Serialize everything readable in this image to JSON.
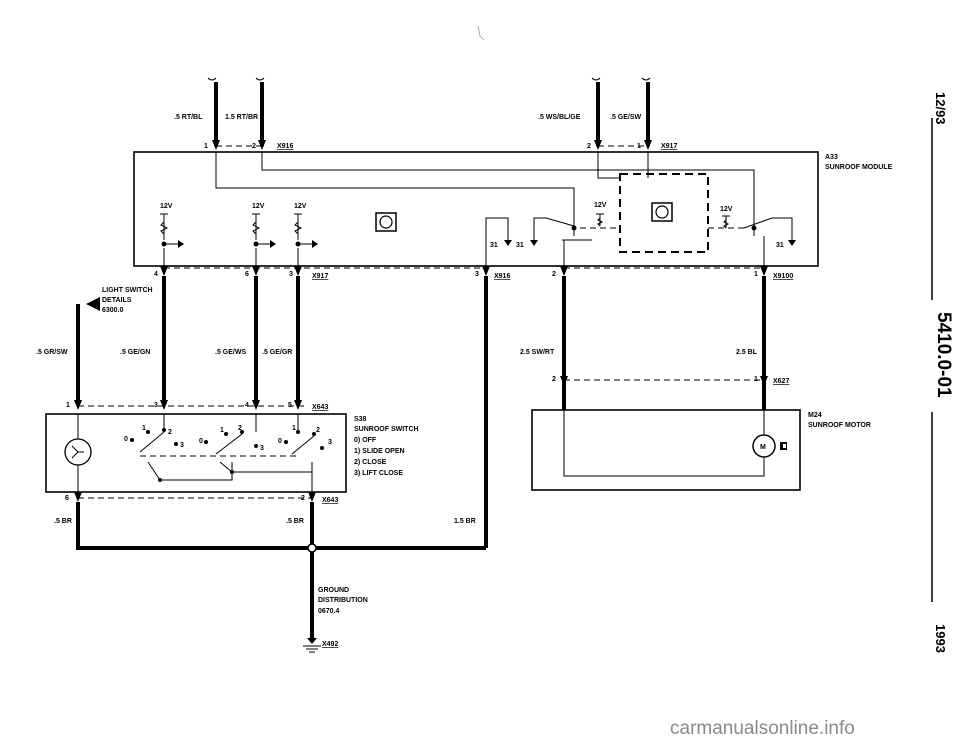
{
  "side": {
    "date": "12/93",
    "section": "5410.0-01",
    "year": "1993"
  },
  "watermark": "carmanualsonline.info",
  "wires": {
    "top_left_1": ".5 RT/BL",
    "top_left_2": "1.5 RT/BR",
    "top_right_1": ".5 WS/BL/GE",
    "top_right_2": ".5 GE/SW",
    "gr_sw": ".5 GR/SW",
    "ge_gn": ".5 GE/GN",
    "ge_ws": ".5 GE/WS",
    "ge_gr": ".5 GE/GR",
    "sw_rt": "2.5 SW/RT",
    "bl": "2.5 BL",
    "br_left": ".5 BR",
    "br_mid": ".5 BR",
    "br_right": "1.5 BR"
  },
  "connectors": {
    "x916_top": "X916",
    "x917_top": "X917",
    "x917_mid": "X917",
    "x916_mid": "X916",
    "x9100": "X9100",
    "x627": "X627",
    "x643_top": "X643",
    "x643_bot": "X643",
    "x492": "X492"
  },
  "pins": {
    "p_tl1": "1",
    "p_tl2": "2",
    "p_tr2": "2",
    "p_tr1": "1",
    "p_m4": "4",
    "p_m6": "6",
    "p_m3": "3",
    "p_m3b": "3",
    "p_m2": "2",
    "p_m1": "1",
    "p_s1": "1",
    "p_s3": "3",
    "p_s4": "4",
    "p_s5": "5",
    "p_b6": "6",
    "p_b2": "2",
    "p_x627_2": "2",
    "p_x627_1": "1"
  },
  "module": {
    "ref": "A33",
    "name": "SUNROOF MODULE",
    "v1": "12V",
    "v2": "12V",
    "v3": "12V",
    "v4": "12V",
    "v5": "12V",
    "g1": "31",
    "g2": "31",
    "g3": "31"
  },
  "light_switch": {
    "line1": "LIGHT SWITCH",
    "line2": "DETAILS",
    "line3": "6300.0"
  },
  "sunroof_switch": {
    "ref": "S38",
    "name": "SUNROOF SWITCH",
    "pos0": "0)  OFF",
    "pos1": "1)  SLIDE OPEN",
    "pos2": "2)  CLOSE",
    "pos3": "3)  LIFT CLOSE",
    "c0a": "0",
    "c1a": "1",
    "c2a": "2",
    "c3a": "3",
    "c0b": "0",
    "c1b": "1",
    "c2b": "2",
    "c3b": "3",
    "c0c": "0",
    "c1c": "1",
    "c2c": "2",
    "c3c": "3"
  },
  "motor": {
    "ref": "M24",
    "name": "SUNROOF MOTOR",
    "symbol": "M"
  },
  "ground": {
    "line1": "GROUND",
    "line2": "DISTRIBUTION",
    "line3": "0670.4"
  }
}
